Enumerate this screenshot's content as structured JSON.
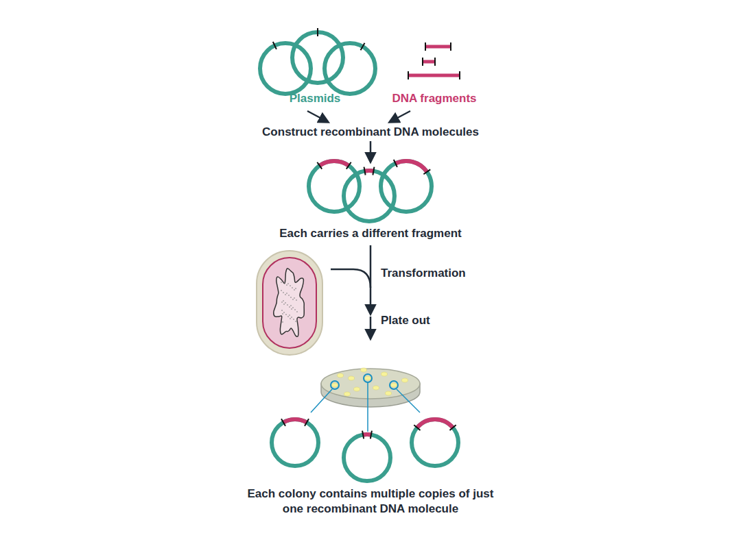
{
  "diagram": {
    "labels": [
      "Plasmids",
      "DNA fragments",
      "Construct recombinant DNA molecules",
      "Each carries a different fragment",
      "Transformation",
      "Plate out",
      "Each colony contains multiple copies of just one recombinant DNA molecule"
    ]
  }
}
